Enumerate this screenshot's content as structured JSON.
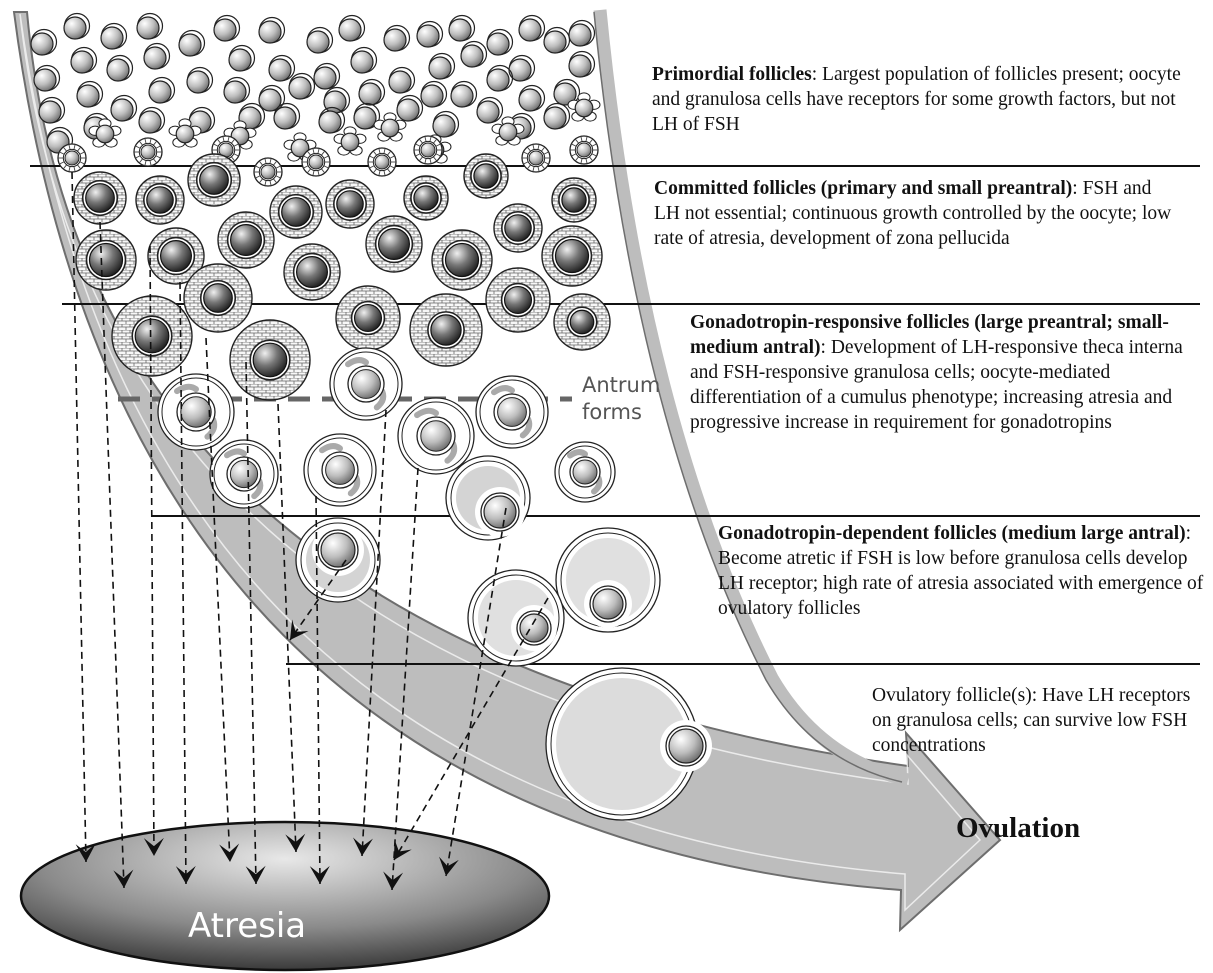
{
  "stages": [
    {
      "title": "Primordial follicles",
      "description": ": Largest population of follicles present; oocyte and granulosa cells have receptors for some growth factors, but not LH of FSH"
    },
    {
      "title": "Committed follicles (primary and small preantral)",
      "description": ": FSH and LH not essential; continuous growth controlled by the oocyte; low rate of atresia, development of zona pellucida"
    },
    {
      "title": "Gonadotropin-responsive follicles (large preantral; small-medium antral)",
      "description": ": Development of LH-responsive theca interna and FSH-responsive granulosa cells; oocyte-mediated differentiation of a cumulus phenotype; increasing atresia and progressive increase in requirement for gonadotropins"
    },
    {
      "title": "Gonadotropin-dependent follicles (medium large antral)",
      "description": ": Become atretic if FSH is low before granulosa cells develop LH receptor; high rate of atresia associated with emergence of ovulatory follicles"
    },
    {
      "title": "",
      "description": "Ovulatory follicle(s): Have LH receptors on granulosa cells; can survive low FSH concentrations"
    }
  ],
  "antrum_label": "Antrum forms",
  "ovulation_label": "Ovulation",
  "atresia_label": "Atresia",
  "colors": {
    "arrow_fill": "#bdbdbd",
    "arrow_edge": "#6e6e6e",
    "line": "#111111",
    "dashed_divider": "#666666"
  }
}
